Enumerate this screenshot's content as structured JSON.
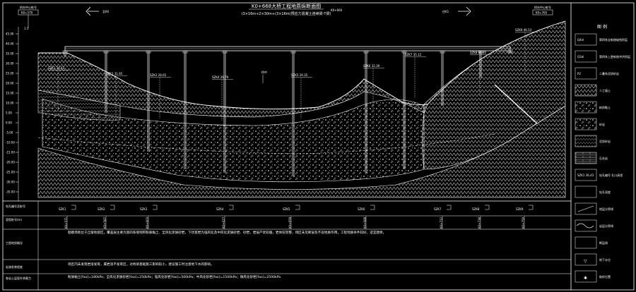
{
  "title": {
    "main": "K0+668大桥工程地质纵断面图",
    "sub": "(3×16m+2×30m+(3×16m)预应力混凝土连续梁-T梁)"
  },
  "direction": {
    "left": "至K0",
    "center": "K0+660",
    "right": "往K1"
  },
  "ends": {
    "left_label": "桥台中心桩号",
    "left_value": "K0+570",
    "right_label": "桥台中心桩号",
    "right_value": "K0+765"
  },
  "scale_label": "1:1",
  "elev_ticks": [
    "45.00",
    "40.00",
    "35.00",
    "30.00",
    "25.00",
    "20.00",
    "15.00",
    "10.00",
    "5.00",
    "0.00",
    "-5.00",
    "-10.00",
    "-15.00",
    "-20.00",
    "-25.00",
    "-30.00",
    "-35.00"
  ],
  "boreholes": [
    {
      "id": "SZK1",
      "elev": "36.43"
    },
    {
      "id": "SZK2",
      "elev": "31.95"
    },
    {
      "id": "SZK3",
      "elev": "28.65"
    },
    {
      "id": "SZK4",
      "elev": "26.79"
    },
    {
      "id": "SZK5",
      "elev": "29.35"
    },
    {
      "id": "SZK6",
      "elev": "32.39"
    },
    {
      "id": "SZK7",
      "elev": "35.12"
    },
    {
      "id": "SZK8",
      "elev": "39.85"
    },
    {
      "id": "SZK9",
      "elev": "46.53"
    }
  ],
  "center_mark": "桥中",
  "table": {
    "row_labels": [
      "钻孔编号及桩号",
      "里程桩号(m)",
      "工程地质概况",
      "岩溶发育程度",
      "各岩土层容许承载力"
    ],
    "stations": [
      "K0+571",
      "K0+587",
      "K0+603",
      "K0+627",
      "K0+659",
      "K0+688",
      "K0+712",
      "K0+736",
      "K0+750"
    ],
    "description": "勘察场地位于丘陵地貌区，覆盖层主要为第四系坡残积粉质黏土、全风化泥质砂岩，下伏基岩为强风化及中风化泥质砂岩、砂岩，岩层产状较缓，岩体较完整，场区未见断层及不良地质作用，工程地质条件较好，适宜建桥。",
    "karst": "场区内未发现岩溶发育，属岩溶不发育区，对桥梁基础施工影响较小，建议施工时注意地下水的影响。",
    "bearing": "粉质黏土[fao]=180kPa；全风化泥质砂岩[fao]=250kPa；强风化砂岩[fao]=500kPa；中风化砂岩[fao]=1500kPa；微风化砂岩[fao]=2500kPa"
  },
  "legend": {
    "title": "图  例",
    "items": [
      {
        "symbol": "Q4el",
        "label": "第四系全新统坡残积层"
      },
      {
        "symbol": "Q3al",
        "label": "第四系上更新统冲洪积层"
      },
      {
        "symbol": "P2",
        "label": "二叠系泥质砂岩"
      },
      {
        "symbol": "",
        "label": "人工填土"
      },
      {
        "symbol": "",
        "label": "粉质黏土"
      },
      {
        "symbol": "",
        "label": "砂岩"
      },
      {
        "symbol": "",
        "label": "泥质砂岩"
      },
      {
        "symbol": "",
        "label": "石灰岩"
      },
      {
        "symbol": "SZK1 36.43",
        "label": "钻孔编号 孔口高程"
      },
      {
        "symbol": "",
        "label": "钻孔深度"
      },
      {
        "symbol": "",
        "label": "地层分界线"
      },
      {
        "symbol": "",
        "label": "岩层分界线"
      },
      {
        "symbol": "",
        "label": "断层线"
      },
      {
        "symbol": "",
        "label": "地下水位"
      },
      {
        "symbol": "",
        "label": "取样位置"
      }
    ]
  },
  "colors": {
    "line": "#ffffff",
    "bg": "#000000"
  }
}
